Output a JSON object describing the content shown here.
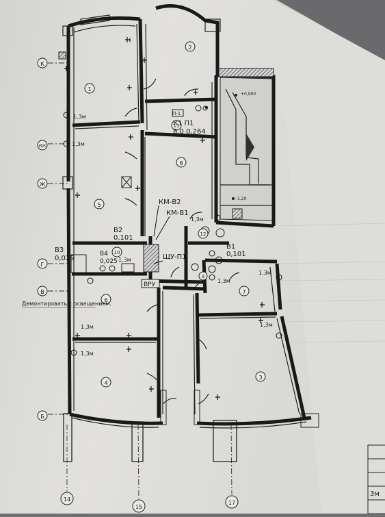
{
  "axes": {
    "rows": [
      "К",
      "И/К",
      "Ж",
      "Г",
      "В",
      "Б"
    ],
    "cols": [
      "14",
      "15",
      "17"
    ]
  },
  "rooms": [
    {
      "id": "r1",
      "number": "1"
    },
    {
      "id": "r2",
      "number": "2"
    },
    {
      "id": "r3",
      "number": "3"
    },
    {
      "id": "r4",
      "number": "4"
    },
    {
      "id": "r5",
      "number": "5"
    },
    {
      "id": "r6",
      "number": "6"
    },
    {
      "id": "r7",
      "number": "7"
    },
    {
      "id": "r8",
      "number": "8"
    },
    {
      "id": "r9",
      "number": "9"
    },
    {
      "id": "r10",
      "number": "10"
    },
    {
      "id": "r11",
      "number": "11"
    },
    {
      "id": "r12",
      "number": "12"
    }
  ],
  "equipment": {
    "k1_label": "К1  П1",
    "k1_values": "8,0  0,264",
    "unit_code": "П-1",
    "b1_label": "В1",
    "b1_value": "0,101",
    "b2_label": "В2",
    "b2_value": "0,101",
    "b3_label": "В3",
    "b3_value": "0,025",
    "b4_label": "В4",
    "b4_value": "0,025",
    "km_b2": "КМ-В2",
    "km_b1": "КМ-В1",
    "shu_p1": "ЩУ-П1",
    "vru": "ВРУ"
  },
  "heights": {
    "h13": "1,3м"
  },
  "levels": {
    "top": "+0,900",
    "bottom": "-1,20"
  },
  "note": "Демонтировать с освещением.",
  "title_block": {
    "scale_fragment": "3м"
  }
}
